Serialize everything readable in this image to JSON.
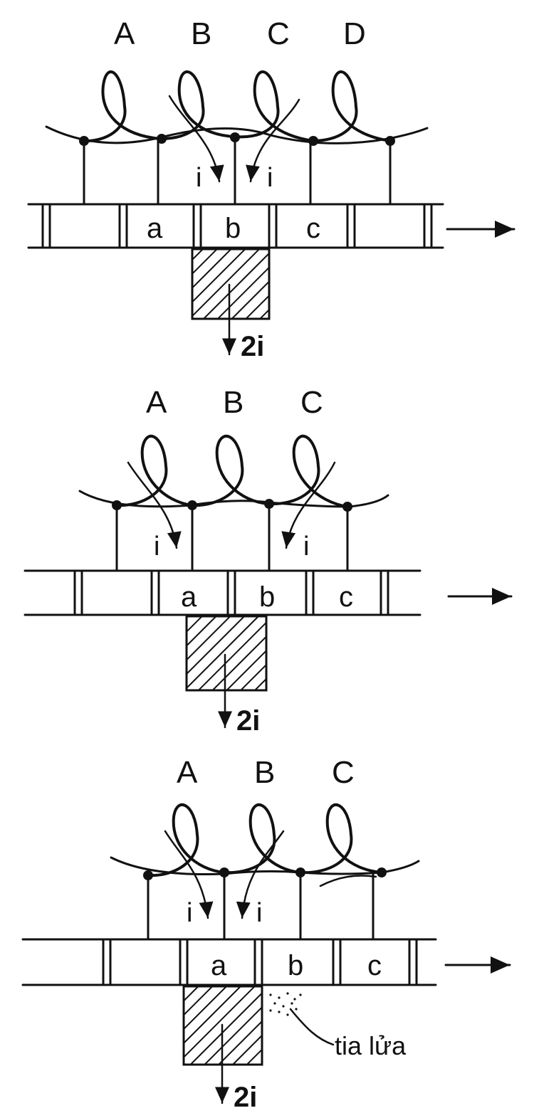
{
  "panels": [
    {
      "coils": [
        "A",
        "B",
        "C",
        "D"
      ],
      "segments": [
        "a",
        "b",
        "c"
      ],
      "currents": [
        "i",
        "i"
      ],
      "output": "2i",
      "annotation": ""
    },
    {
      "coils": [
        "A",
        "B",
        "C"
      ],
      "segments": [
        "a",
        "b",
        "c"
      ],
      "currents": [
        "i",
        "i"
      ],
      "output": "2i",
      "annotation": ""
    },
    {
      "coils": [
        "A",
        "B",
        "C"
      ],
      "segments": [
        "a",
        "b",
        "c"
      ],
      "currents": [
        "i",
        "i"
      ],
      "output": "2i",
      "annotation": "tia lửa"
    }
  ]
}
